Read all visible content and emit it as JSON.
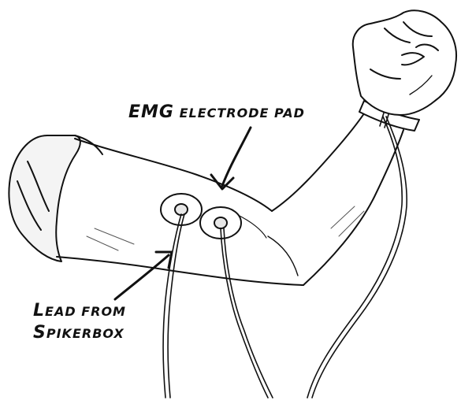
{
  "labels": {
    "electrode": {
      "emg": "EMG",
      "rest": "ELECTRODE PAD"
    },
    "lead": {
      "line1_cap": "L",
      "line1_rest": "EAD FROM",
      "line2_cap": "S",
      "line2_rest": "PIKERBOX"
    }
  },
  "colors": {
    "ink": "#111111",
    "paper": "#ffffff",
    "shade": "#e8e8e8"
  }
}
